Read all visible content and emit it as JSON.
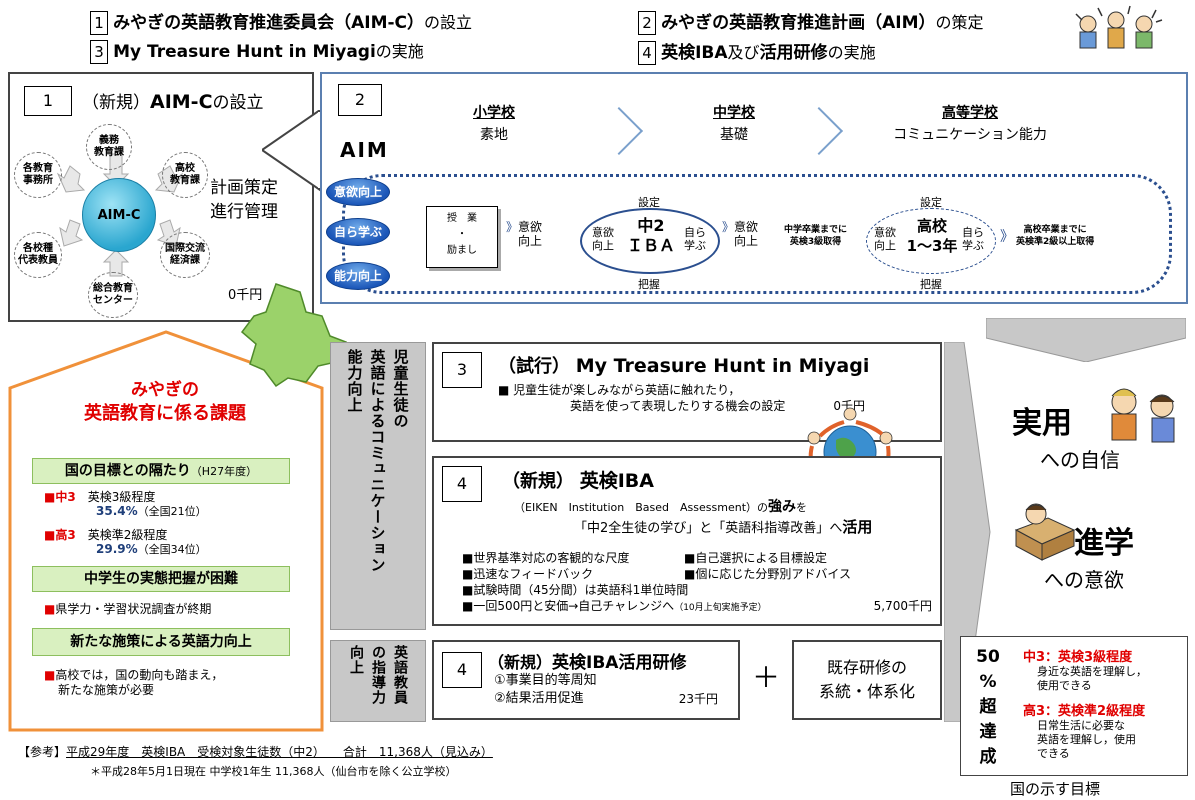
{
  "header": {
    "items": [
      {
        "num": "1",
        "bold": "みやぎの英語教育推進委員会（AIM-C）",
        "rest": "の設立"
      },
      {
        "num": "3",
        "bold": "My Treasure Hunt in Miyagi",
        "rest": "の実施"
      },
      {
        "num": "2",
        "bold": "みやぎの英語教育推進計画（AIM）",
        "rest": "の策定"
      },
      {
        "num": "4",
        "bold": "英検IBA",
        "mid": "及び",
        "bold2": "活用研修",
        "rest": "の実施"
      }
    ]
  },
  "box1": {
    "num": "1",
    "title_pre": "（新規）",
    "title_bold": "AIM-C",
    "title_post": "の設立",
    "center": "AIM-C",
    "stakeholders": [
      "義務\n教育課",
      "高校\n教育課",
      "国際交流\n経済課",
      "総合教育\nセンター",
      "各校種\n代表教員",
      "各教育\n事務所"
    ],
    "side_label": [
      "計画策定",
      "進行管理"
    ],
    "budget": "0千円"
  },
  "box2": {
    "num": "2",
    "aim_label": "AIM",
    "stages": [
      {
        "title": "小学校",
        "sub": "素地"
      },
      {
        "title": "中学校",
        "sub": "基礎"
      },
      {
        "title": "高等学校",
        "sub": "コミュニケーション能力"
      }
    ],
    "ovals": [
      "意欲向上",
      "自ら学ぶ",
      "能力向上"
    ],
    "flow": {
      "jugyo": [
        "授　業",
        "・",
        "励まし"
      ],
      "iyoku": [
        "意欲",
        "向上"
      ],
      "center1": {
        "top": "設定",
        "left": [
          "意欲",
          "向上"
        ],
        "main1": "中2",
        "main2": "ＩＢＡ",
        "right": [
          "自ら",
          "学ぶ"
        ],
        "bottom": "把握"
      },
      "goal1": [
        "中学卒業までに",
        "英検3級取得"
      ],
      "center2": {
        "top": "設定",
        "left": [
          "意欲",
          "向上"
        ],
        "main1": "高校",
        "main2": "1～3年",
        "right": [
          "自ら",
          "学ぶ"
        ],
        "bottom": "把握"
      },
      "goal2": [
        "高校卒業までに",
        "英検準2級以上取得"
      ]
    }
  },
  "issues": {
    "title1": "みやぎの",
    "title2": "英語教育に係る課題",
    "h1": "国の目標との隔たり",
    "h1_note": "（H27年度）",
    "rows": [
      {
        "grade": "中3",
        "desc": "英検3級程度",
        "pct": "35.4%",
        "rank": "（全国21位）"
      },
      {
        "grade": "高3",
        "desc": "英検準2級程度",
        "pct": "29.9%",
        "rank": "（全国34位）"
      }
    ],
    "h2": "中学生の実態把握が困難",
    "note2": "県学力・学習状況調査が終期",
    "h3": "新たな施策による英語力向上",
    "note3": [
      "高校では，国の動向も踏まえ，",
      "新たな施策が必要"
    ]
  },
  "vert1": {
    "a": "児童生徒の",
    "b": "英語によるコミュニケーション",
    "c": "能力向上"
  },
  "vert2": {
    "a": "英語教員",
    "b": "の指導力",
    "c": "向上"
  },
  "box3": {
    "num": "3",
    "title_pre": "（試行）",
    "title_bold": "My Treasure Hunt in Miyagi",
    "line1": "児童生徒が楽しみながら英語に触れたり，",
    "line2": "英語を使って表現したりする機会の設定",
    "budget": "0千円"
  },
  "box4": {
    "num": "4",
    "title_pre": "（新規）",
    "title_bold": "英検IBA",
    "eiken": "（EIKEN　Institution　Based　Assessment）の",
    "strength": "強み",
    "wo": "を",
    "q1": "「中2全生徒の学び」",
    "to": "と",
    "q2": "「英語科指導改善」",
    "he": "へ",
    "katsuyo": "活用",
    "bullets": [
      "世界基準対応の客観的な尺度",
      "自己選択による目標設定",
      "迅速なフィードバック",
      "個に応じた分野別アドバイス",
      "試験時間（45分間）は英語科1単位時間",
      "一回500円と安価→自己チャレンジへ"
    ],
    "bullet_note": "（10月上旬実施予定）",
    "budget": "5,700千円"
  },
  "box5": {
    "num": "4",
    "title_pre": "（新規）",
    "title_bold": "英検IBA活用研修",
    "item1": "①事業目的等周知",
    "item2": "②結果活用促進",
    "budget": "23千円",
    "plus": "＋",
    "existing": [
      "既存研修の",
      "系統・体系化"
    ]
  },
  "right": {
    "jitsuyo": "実用",
    "jitsuyo_sub": "への自信",
    "shingaku": "進学",
    "shingaku_sub": "への意欲"
  },
  "target": {
    "pct": [
      "50",
      "%",
      "超",
      "達",
      "成"
    ],
    "t1": "中3：英検3級程度",
    "d1": [
      "身近な英語を理解し，",
      "使用できる"
    ],
    "t2": "高3：英検準2級程度",
    "d2": [
      "日常生活に必要な",
      "英語を理解し，使用",
      "できる"
    ],
    "caption": "国の示す目標"
  },
  "reference": {
    "label": "【参考】",
    "line1": "平成29年度　英検IBA　受検対象生徒数（中2）　　合計　11,368人（見込み）",
    "line2": "＊平成28年5月1日現在  中学校1年生  11,368人（仙台市を除く公立学校）"
  },
  "colors": {
    "red": "#e00000",
    "blue": "#1b56b8",
    "green": "#d9f0c0",
    "gray": "#c8c8c8"
  }
}
